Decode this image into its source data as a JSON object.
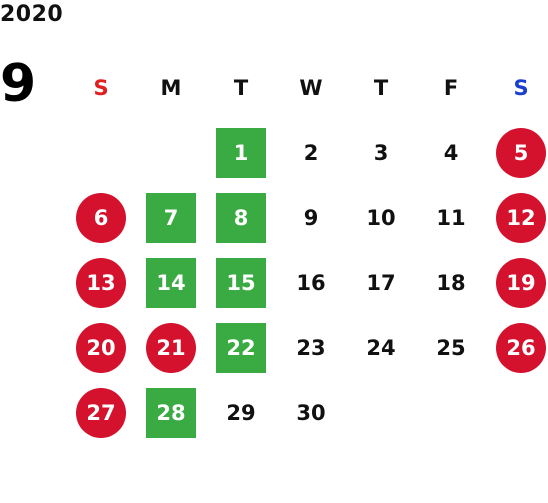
{
  "header": {
    "year": "2020",
    "month": "9"
  },
  "weekdays": [
    "S",
    "M",
    "T",
    "W",
    "T",
    "F",
    "S"
  ],
  "colors": {
    "holiday": "#d5122d",
    "green": "#3aaa43",
    "sunday": "#e01f1f",
    "saturday": "#1a3fcf"
  },
  "weeks": [
    [
      {
        "d": ""
      },
      {
        "d": ""
      },
      {
        "d": "1",
        "t": "green"
      },
      {
        "d": "2"
      },
      {
        "d": "3"
      },
      {
        "d": "4"
      },
      {
        "d": "5",
        "t": "holiday"
      }
    ],
    [
      {
        "d": "6",
        "t": "holiday"
      },
      {
        "d": "7",
        "t": "green"
      },
      {
        "d": "8",
        "t": "green"
      },
      {
        "d": "9"
      },
      {
        "d": "10"
      },
      {
        "d": "11"
      },
      {
        "d": "12",
        "t": "holiday"
      }
    ],
    [
      {
        "d": "13",
        "t": "holiday"
      },
      {
        "d": "14",
        "t": "green"
      },
      {
        "d": "15",
        "t": "green"
      },
      {
        "d": "16"
      },
      {
        "d": "17"
      },
      {
        "d": "18"
      },
      {
        "d": "19",
        "t": "holiday"
      }
    ],
    [
      {
        "d": "20",
        "t": "holiday"
      },
      {
        "d": "21",
        "t": "holiday"
      },
      {
        "d": "22",
        "t": "green"
      },
      {
        "d": "23"
      },
      {
        "d": "24"
      },
      {
        "d": "25"
      },
      {
        "d": "26",
        "t": "holiday"
      }
    ],
    [
      {
        "d": "27",
        "t": "holiday"
      },
      {
        "d": "28",
        "t": "green"
      },
      {
        "d": "29"
      },
      {
        "d": "30"
      },
      {
        "d": ""
      },
      {
        "d": ""
      },
      {
        "d": ""
      }
    ]
  ]
}
